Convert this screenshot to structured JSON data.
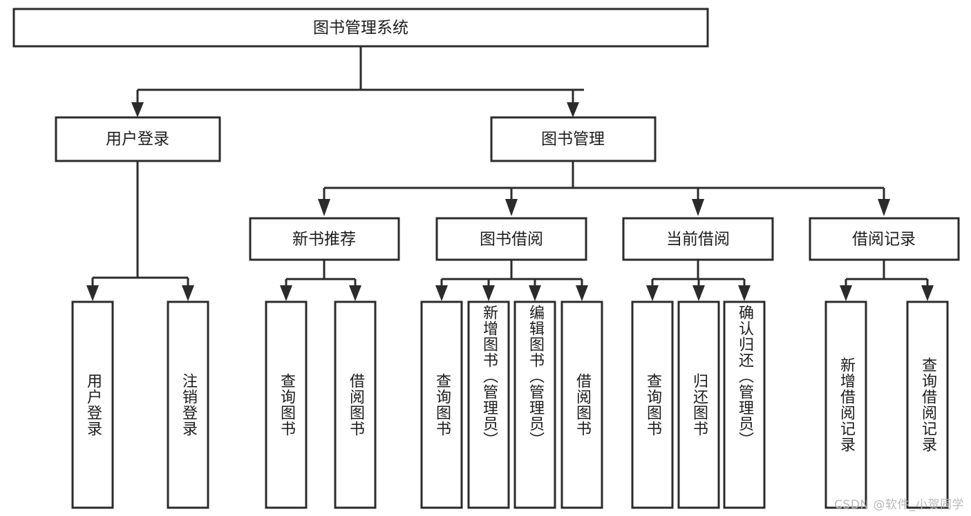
{
  "title": "图书管理系统",
  "watermark": "CSDN @软件_小贺同学",
  "chart_data": {
    "type": "diagram",
    "diagram_kind": "tree-hierarchy",
    "title": "图书管理系统",
    "orientation": "top-down",
    "levels": 4,
    "node_count": 18,
    "edge_style": "orthogonal-with-arrowheads",
    "leaf_label_orientation": "vertical",
    "colors": {
      "box_stroke": "#2b2b2b",
      "box_fill": "#ffffff",
      "text": "#1c1c1c",
      "watermark": "#b8b8b8"
    },
    "nodes": [
      {
        "id": "root",
        "label": "图书管理系统",
        "level": 0,
        "parent": null
      },
      {
        "id": "n_user_login",
        "label": "用户登录",
        "level": 1,
        "parent": "root"
      },
      {
        "id": "n_book_mgmt",
        "label": "图书管理",
        "level": 1,
        "parent": "root"
      },
      {
        "id": "n_new_rec",
        "label": "新书推荐",
        "level": 2,
        "parent": "n_book_mgmt"
      },
      {
        "id": "n_borrow",
        "label": "图书借阅",
        "level": 2,
        "parent": "n_book_mgmt"
      },
      {
        "id": "n_current",
        "label": "当前借阅",
        "level": 2,
        "parent": "n_book_mgmt"
      },
      {
        "id": "n_record",
        "label": "借阅记录",
        "level": 2,
        "parent": "n_book_mgmt"
      },
      {
        "id": "l_user_login",
        "label": "用户登录",
        "level": 2,
        "parent": "n_user_login"
      },
      {
        "id": "l_user_logout",
        "label": "注销登录",
        "level": 2,
        "parent": "n_user_login"
      },
      {
        "id": "l_nr_query",
        "label": "查询图书",
        "level": 3,
        "parent": "n_new_rec"
      },
      {
        "id": "l_nr_borrow",
        "label": "借阅图书",
        "level": 3,
        "parent": "n_new_rec"
      },
      {
        "id": "l_b_query",
        "label": "查询图书",
        "level": 3,
        "parent": "n_borrow"
      },
      {
        "id": "l_b_add",
        "label": "新增图书（管理员）",
        "level": 3,
        "parent": "n_borrow"
      },
      {
        "id": "l_b_edit",
        "label": "编辑图书（管理员）",
        "level": 3,
        "parent": "n_borrow"
      },
      {
        "id": "l_b_borrow",
        "label": "借阅图书",
        "level": 3,
        "parent": "n_borrow"
      },
      {
        "id": "l_c_query",
        "label": "查询图书",
        "level": 3,
        "parent": "n_current"
      },
      {
        "id": "l_c_return",
        "label": "归还图书",
        "level": 3,
        "parent": "n_current"
      },
      {
        "id": "l_c_confirm",
        "label": "确认归还（管理员）",
        "level": 3,
        "parent": "n_current"
      },
      {
        "id": "l_r_add",
        "label": "新增借阅记录",
        "level": 3,
        "parent": "n_record"
      },
      {
        "id": "l_r_query",
        "label": "查询借阅记录",
        "level": 3,
        "parent": "n_record"
      }
    ],
    "edges": [
      {
        "from": "root",
        "to": "n_user_login"
      },
      {
        "from": "root",
        "to": "n_book_mgmt"
      },
      {
        "from": "n_user_login",
        "to": "l_user_login"
      },
      {
        "from": "n_user_login",
        "to": "l_user_logout"
      },
      {
        "from": "n_book_mgmt",
        "to": "n_new_rec"
      },
      {
        "from": "n_book_mgmt",
        "to": "n_borrow"
      },
      {
        "from": "n_book_mgmt",
        "to": "n_current"
      },
      {
        "from": "n_book_mgmt",
        "to": "n_record"
      },
      {
        "from": "n_new_rec",
        "to": "l_nr_query"
      },
      {
        "from": "n_new_rec",
        "to": "l_nr_borrow"
      },
      {
        "from": "n_borrow",
        "to": "l_b_query"
      },
      {
        "from": "n_borrow",
        "to": "l_b_add"
      },
      {
        "from": "n_borrow",
        "to": "l_b_edit"
      },
      {
        "from": "n_borrow",
        "to": "l_b_borrow"
      },
      {
        "from": "n_current",
        "to": "l_c_query"
      },
      {
        "from": "n_current",
        "to": "l_c_return"
      },
      {
        "from": "n_current",
        "to": "l_c_confirm"
      },
      {
        "from": "n_record",
        "to": "l_r_add"
      },
      {
        "from": "n_record",
        "to": "l_r_query"
      }
    ]
  },
  "root": {
    "label": "图书管理系统"
  },
  "level1": {
    "user_login": "用户登录",
    "book_mgmt": "图书管理"
  },
  "level2": {
    "new_rec": "新书推荐",
    "borrow": "图书借阅",
    "current": "当前借阅",
    "record": "借阅记录"
  },
  "leaves": {
    "user_login": "用户登录",
    "user_logout": "注销登录",
    "nr_query": "查询图书",
    "nr_borrow": "借阅图书",
    "b_query": "查询图书",
    "b_add": "新增图书（管理员）",
    "b_edit": "编辑图书（管理员）",
    "b_borrow": "借阅图书",
    "c_query": "查询图书",
    "c_return": "归还图书",
    "c_confirm": "确认归还（管理员）",
    "r_add": "新增借阅记录",
    "r_query": "查询借阅记录"
  }
}
